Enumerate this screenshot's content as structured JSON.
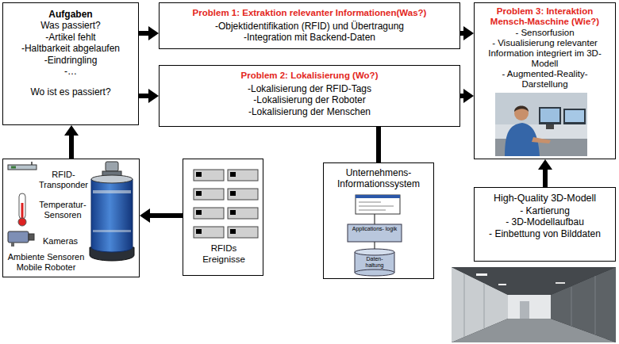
{
  "diagram": {
    "nodes": [
      {
        "text": [
          "Aufgaben",
          "Was passiert?",
          "-Artikel fehlt",
          "-Haltbarkeit abgelaufen",
          "-Eindringling",
          "-…",
          "Wo ist es passiert?"
        ]
      },
      {
        "text": [
          "Problem 1: Extraktion relevanter Informationen(Was?)",
          "-Objektidentifikation (RFID) und Übertragung",
          "-Integration mit Backend-Daten"
        ]
      },
      {
        "text": [
          "Problem 3: Interaktion Mensch-Maschine (Wie?)",
          "- Sensorfusion",
          "- Visualisierung relevanter Information integriert im 3D-Modell",
          "- Augmented-Reality- Darstellung"
        ]
      },
      {
        "text": [
          "Problem 2: Lokalisierung (Wo?)",
          "-Lokalisierung der RFID-Tags",
          "-Lokalisierung der Roboter",
          "-Lokalisierung der Menschen"
        ]
      },
      {
        "text": [
          "RFID- Transponder",
          "Temperatur- Sensoren",
          "Kameras",
          "Ambiente Sensoren Mobile Roboter"
        ]
      },
      {
        "text": [
          "RFIDs Ereignisse"
        ]
      },
      {
        "text": [
          "Unternehmens- Informationssystem"
        ]
      },
      {
        "text": [
          "High-Quality 3D-Modell",
          "- Kartierung",
          "- 3D-Modellaufbau",
          "- Einbettung von Bilddaten"
        ]
      }
    ],
    "edges": [
      {
        "from": 0,
        "to": 1,
        "arrow": "to"
      },
      {
        "from": 0,
        "to": 3,
        "arrow": "to"
      },
      {
        "from": 1,
        "to": 2,
        "arrow": "to"
      },
      {
        "from": 3,
        "to": 2,
        "arrow": "to"
      },
      {
        "from": 4,
        "to": 0,
        "arrow": "to"
      },
      {
        "from": 5,
        "to": 4,
        "arrow": "to"
      },
      {
        "from": 6,
        "to": 3,
        "arrow": "none"
      },
      {
        "from": 7,
        "to": 2,
        "arrow": "to"
      }
    ],
    "labels": [
      "Applications- logik",
      "Daten- haltung"
    ]
  }
}
